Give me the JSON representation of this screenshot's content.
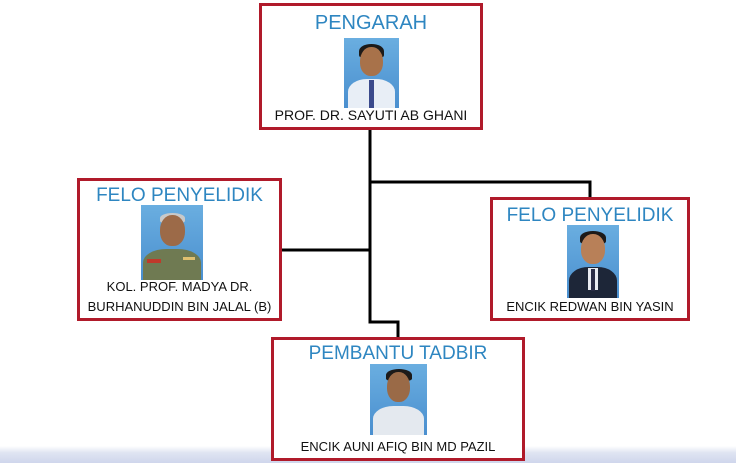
{
  "org_chart": {
    "root": {
      "title": "PENGARAH",
      "name": "PROF. DR. SAYUTI AB GHANI",
      "photo_icon": "person-photo"
    },
    "left": {
      "title": "FELO PENYELIDIK",
      "name_line1": "KOL. PROF. MADYA DR.",
      "name_line2": "BURHANUDDIN BIN JALAL (B)",
      "photo_icon": "person-photo"
    },
    "right": {
      "title": "FELO PENYELIDIK",
      "name": "ENCIK REDWAN BIN YASIN",
      "photo_icon": "person-photo"
    },
    "bottom": {
      "title": "PEMBANTU TADBIR",
      "name": "ENCIK AUNI AFIQ BIN MD PAZIL",
      "photo_icon": "person-photo"
    }
  },
  "colors": {
    "box_border": "#b01a2a",
    "title_text": "#2e86c1",
    "connector": "#000000",
    "photo_background": "#5aa0d8"
  }
}
